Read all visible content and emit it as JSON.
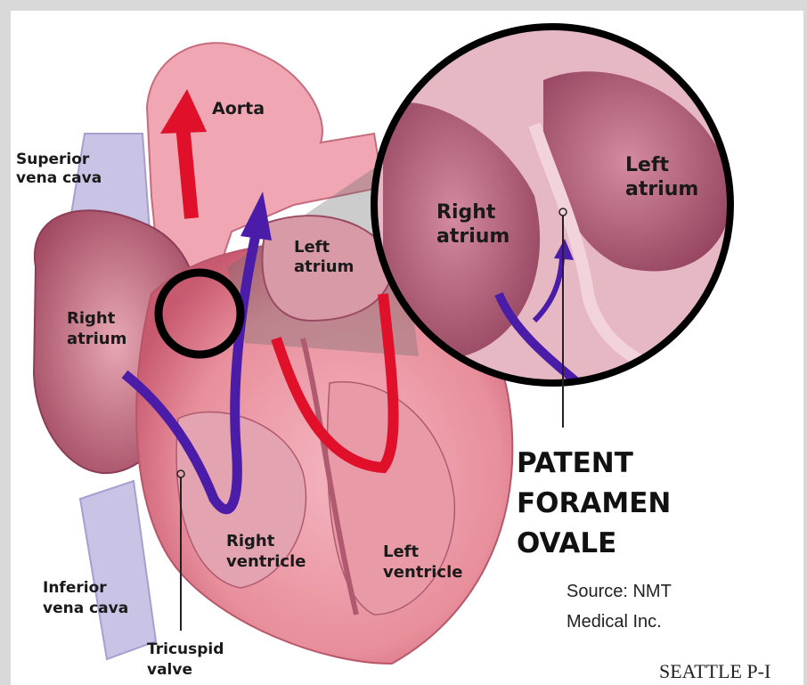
{
  "labels": {
    "aorta": "Aorta",
    "superior_vena_cava_line1": "Superior",
    "superior_vena_cava_line2": "vena cava",
    "right_atrium_line1": "Right",
    "right_atrium_line2": "atrium",
    "left_atrium_line1": "Left",
    "left_atrium_line2": "atrium",
    "inset_right_atrium_line1": "Right",
    "inset_right_atrium_line2": "atrium",
    "inset_left_atrium_line1": "Left",
    "inset_left_atrium_line2": "atrium",
    "right_ventricle_line1": "Right",
    "right_ventricle_line2": "ventricle",
    "left_ventricle_line1": "Left",
    "left_ventricle_line2": "ventricle",
    "inferior_vena_cava_line1": "Inferior",
    "inferior_vena_cava_line2": "vena cava",
    "tricuspid_valve_line1": "Tricuspid",
    "tricuspid_valve_line2": "valve"
  },
  "callout": {
    "line1": "PATENT",
    "line2": "FORAMEN",
    "line3": "OVALE"
  },
  "source": {
    "line1": "Source: NMT",
    "line2": "Medical Inc."
  },
  "credit": "SEATTLE P-I",
  "colors": {
    "heart_pink": "#e88f9c",
    "heart_light": "#f3c3cb",
    "heart_dark": "#b8566a",
    "vessel_lavender": "#c9c3e6",
    "oxygenated_red": "#e0102a",
    "deoxygenated_blue": "#4a1ca8",
    "circle_black": "#000000"
  }
}
